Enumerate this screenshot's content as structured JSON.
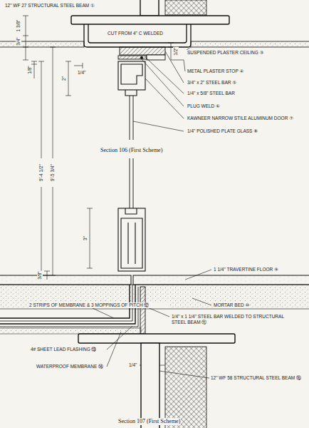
{
  "diagram": {
    "labels": [
      "12\" WF 27 STRUCTURAL STEEL BEAM ①",
      "CUT FROM 4\" C WELDED",
      "1 3/8\"",
      "3/4\"",
      "1/2\"",
      "SUSPENDED PLASTER CEILING ③",
      "METAL PLASTER STOP ④",
      "3/4\" x 2\" STEEL BAR ⑤",
      "1/4\" x 5/8\" STEEL BAR",
      "1/8\"",
      "1/4\"",
      "2\"",
      "PLUG WELD ⑥",
      "KAWNEER NARROW STILE ALUMINUM DOOR ⑦",
      "1/4\" POLISHED PLATE GLASS ⑧",
      "Section 106 (First Scheme)",
      "9'-4 1/2\"",
      "9'-5 3/4\"",
      "3\"",
      "3/8\"",
      "1 1/4\" TRAVERTINE FLOOR ⑨",
      "MORTAR BED ⑩",
      "2 STRIPS OF MEMBRANE & 3 MOPPINGS OF PITCH ⑫",
      "1/4\" x 1 1/4\" STEEL BAR WELDED TO STRUCTURAL STEEL BEAM ⑪",
      "1/4\"",
      "4# SHEET LEAD FLASHING ⑬",
      "WATERPROOF MEMBRANE ⑭",
      "12\" WF 58 STRUCTURAL STEEL BEAM ⑮",
      "Section 107 (First Scheme)"
    ]
  }
}
